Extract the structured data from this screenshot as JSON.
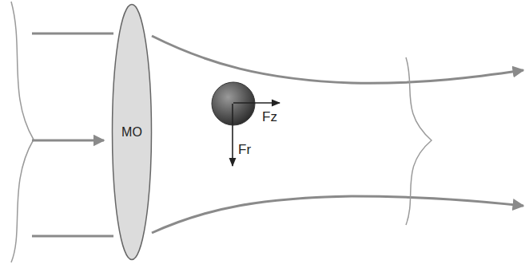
{
  "diagram": {
    "nodes": [
      {
        "text": [
          "MO"
        ]
      }
    ],
    "labels": [
      "Fz",
      "Fr"
    ]
  }
}
